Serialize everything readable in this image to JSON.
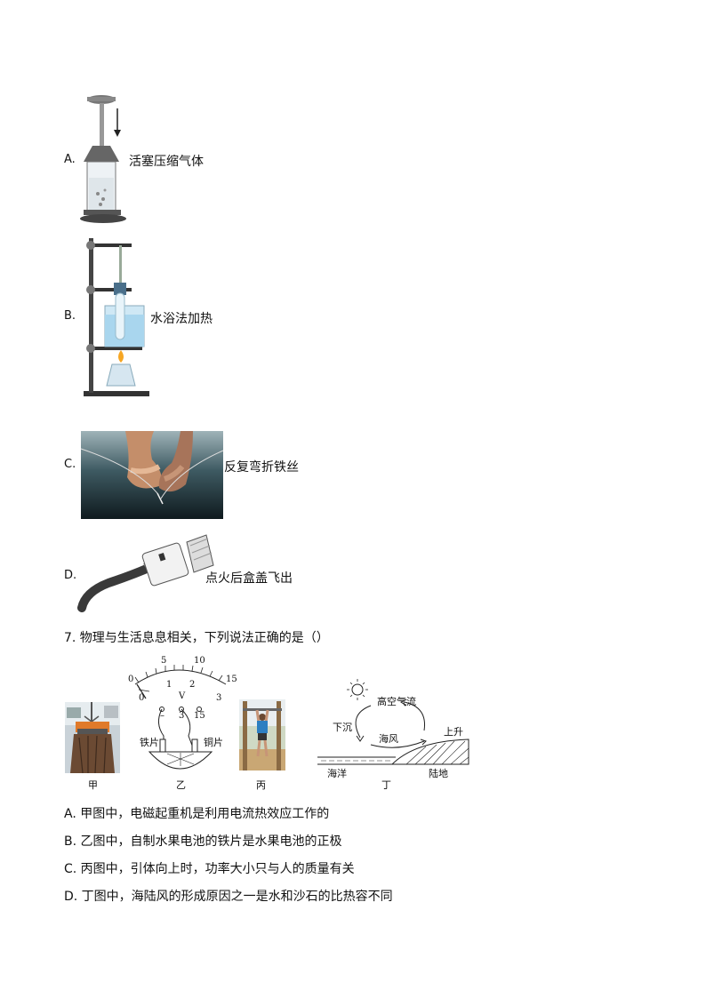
{
  "options": [
    {
      "letter": "A.",
      "caption": "活塞压缩气体",
      "figure": "piston-compressing-gas-figure"
    },
    {
      "letter": "B.",
      "caption": "水浴法加热",
      "figure": "water-bath-heating-figure"
    },
    {
      "letter": "C.",
      "caption": "反复弯折铁丝",
      "figure": "bending-wire-figure"
    },
    {
      "letter": "D.",
      "caption": "点火后盒盖飞出",
      "figure": "ignition-lid-flying-figure"
    }
  ],
  "question7": {
    "stem": "7. 物理与生活息息相关，下列说法正确的是（）",
    "figure_labels": {
      "jia": "甲",
      "yi": "乙",
      "bing": "丙",
      "ding": "丁"
    },
    "voltmeter": {
      "top_scale": [
        "0",
        "5",
        "10",
        "15"
      ],
      "bottom_scale": [
        "0",
        "1",
        "2",
        "3"
      ],
      "unit": "V",
      "terminals": [
        "–",
        "3",
        "15"
      ],
      "left_plate": "铁片",
      "right_plate": "铜片"
    },
    "sea_breeze": {
      "high_air": "高空气流",
      "sink": "下沉",
      "rise": "上升",
      "sea_wind": "海风",
      "ocean": "海洋",
      "land": "陆地"
    },
    "choices": [
      "A. 甲图中，电磁起重机是利用电流热效应工作的",
      "B. 乙图中，自制水果电池的铁片是水果电池的正极",
      "C. 丙图中，引体向上时，功率大小只与人的质量有关",
      "D. 丁图中，海陆风的形成原因之一是水和沙石的比热容不同"
    ]
  }
}
